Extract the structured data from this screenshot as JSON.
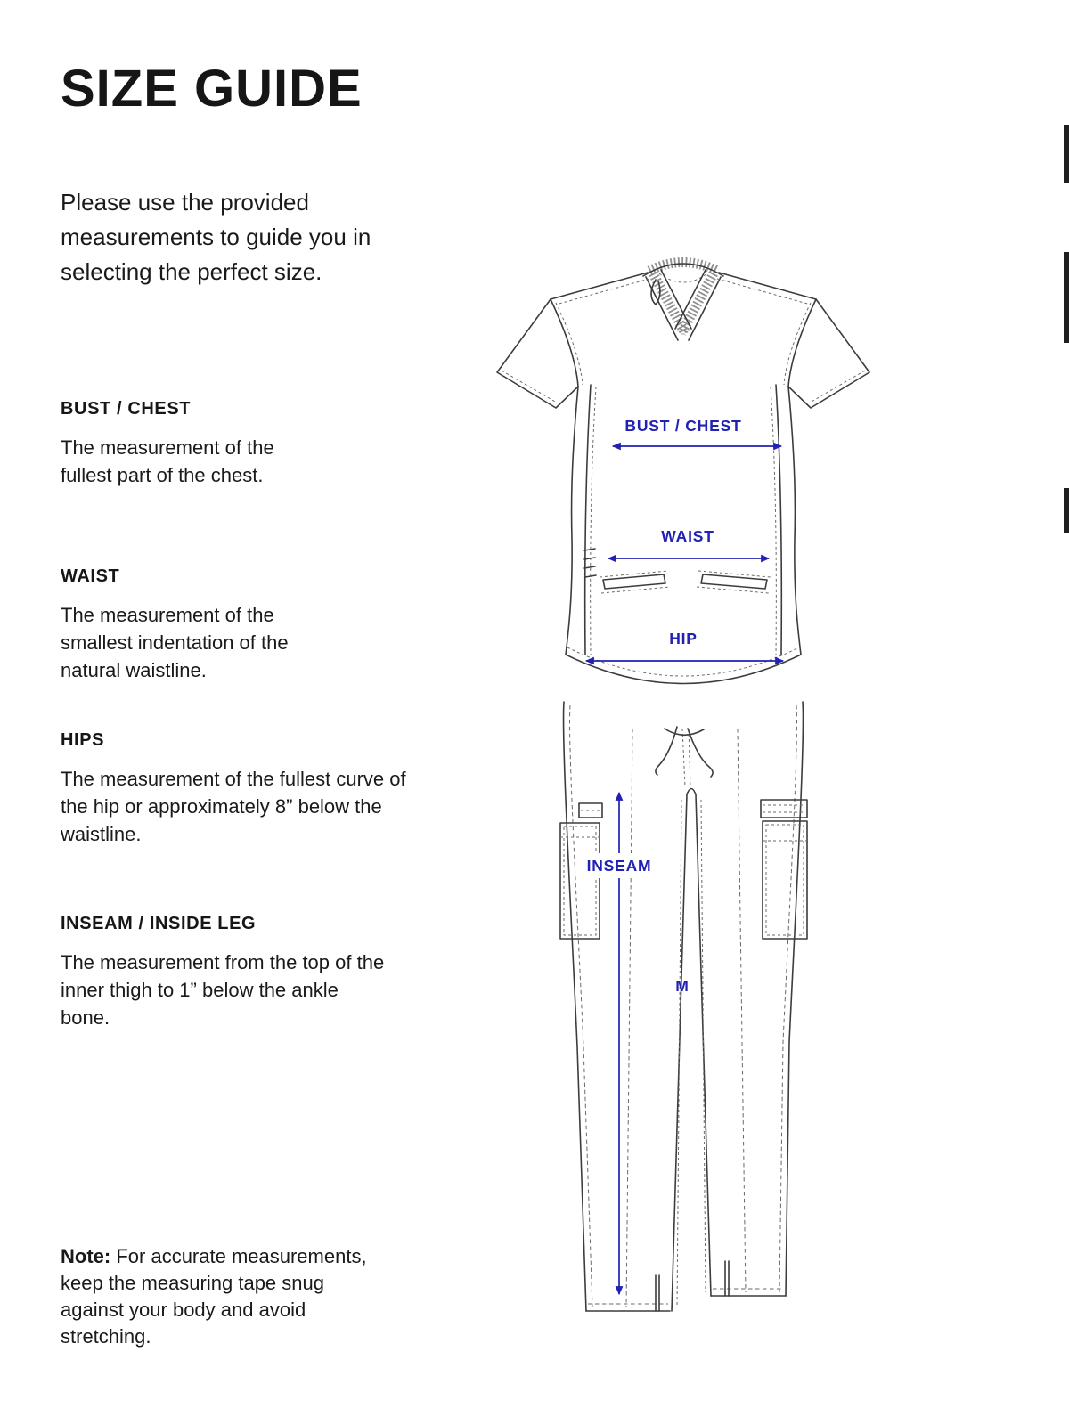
{
  "page": {
    "title": "SIZE GUIDE",
    "intro": "Please use the provided measurements to guide you in selecting the perfect size."
  },
  "sections": [
    {
      "heading": "BUST / CHEST",
      "body": "The measurement of the fullest part of the chest."
    },
    {
      "heading": "WAIST",
      "body": "The measurement of the smallest indentation of the natural waistline."
    },
    {
      "heading": "HIPS",
      "body": "The measurement of the fullest curve of the hip or approximately 8” below the waistline."
    },
    {
      "heading": "INSEAM / INSIDE LEG",
      "body": "The measurement from the top of the inner thigh to 1” below the ankle bone."
    }
  ],
  "note": {
    "label": "Note:",
    "text": "For accurate measurements, keep the measuring tape snug against your body and avoid stretching."
  },
  "diagram": {
    "labels": {
      "bust_chest": "BUST / CHEST",
      "waist": "WAIST",
      "hip": "HIP",
      "inseam": "INSEAM",
      "size": "M"
    },
    "colors": {
      "annotation": "#2121b3",
      "line": "#3c3c3c"
    }
  }
}
